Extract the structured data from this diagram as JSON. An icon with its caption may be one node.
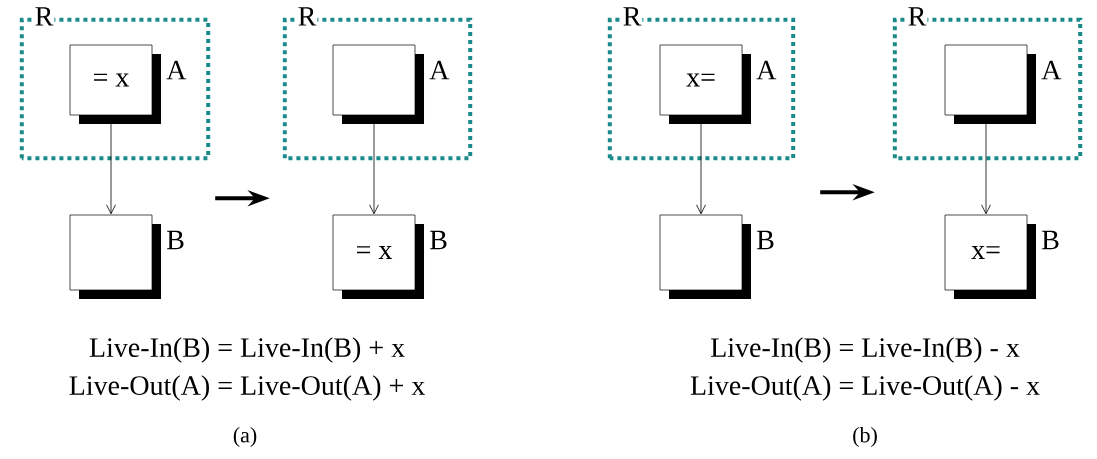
{
  "diagram": {
    "nodes": [
      {
        "text": [
          "R"
        ]
      },
      {
        "text": [
          "= x"
        ],
        "in": 0,
        "beside": [
          "A"
        ]
      },
      {
        "text": [],
        "shape": "box",
        "beside": [
          "B"
        ]
      },
      {
        "text": [
          "R"
        ]
      },
      {
        "text": [],
        "shape": "box",
        "in": 3,
        "beside": [
          "A"
        ]
      },
      {
        "text": [
          "= x"
        ],
        "beside": [
          "B"
        ]
      },
      {
        "text": [
          "R"
        ]
      },
      {
        "text": [
          "x="
        ],
        "in": 6,
        "beside": [
          "A"
        ]
      },
      {
        "text": [],
        "shape": "box",
        "beside": [
          "B"
        ]
      },
      {
        "text": [
          "R"
        ]
      },
      {
        "text": [],
        "shape": "box",
        "in": 9,
        "beside": [
          "A"
        ]
      },
      {
        "text": [
          "x="
        ],
        "beside": [
          "B"
        ]
      }
    ],
    "edges": [
      {
        "from": 1,
        "to": 2,
        "arrow": "to"
      },
      {
        "from": 0,
        "to": 3,
        "arrow": "to",
        "style": "thick"
      },
      {
        "from": 4,
        "to": 5,
        "arrow": "to"
      },
      {
        "from": 7,
        "to": 8,
        "arrow": "to"
      },
      {
        "from": 6,
        "to": 9,
        "arrow": "to",
        "style": "thick"
      },
      {
        "from": 10,
        "to": 11,
        "arrow": "to"
      }
    ],
    "labels": [
      "Live-In(B) = Live-In(B) + x",
      "Live-Out(A) = Live-Out(A) + x",
      "(a)",
      "Live-In(B) = Live-In(B) - x",
      "Live-Out(A) = Live-Out(A) - x",
      "(b)"
    ]
  }
}
